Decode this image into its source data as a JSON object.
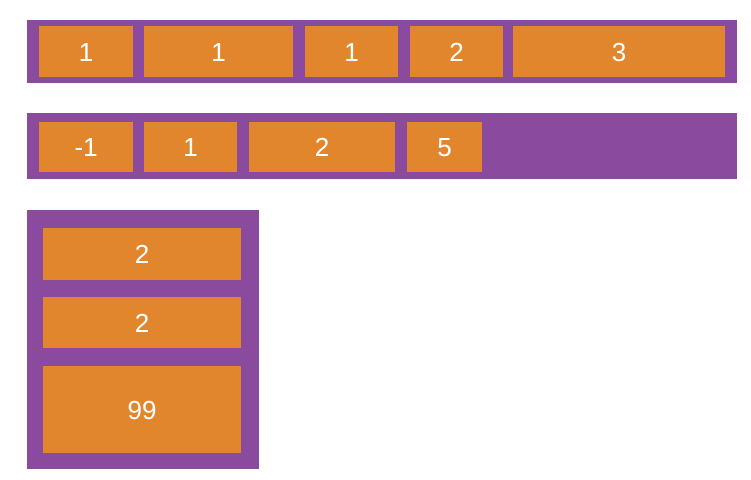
{
  "figure": {
    "description": "Flexbox diagram: purple flex containers holding orange numbered flex items",
    "colors": {
      "background": "#ffffff",
      "container_purple": "#8a4a9e",
      "item_orange": "#e2862d",
      "item_text": "#ffffff"
    },
    "rows": [
      {
        "id": "container-row-1",
        "direction": "row",
        "items": [
          {
            "label": "1"
          },
          {
            "label": "1"
          },
          {
            "label": "1"
          },
          {
            "label": "2"
          },
          {
            "label": "3"
          }
        ]
      },
      {
        "id": "container-row-2",
        "direction": "row",
        "items": [
          {
            "label": "-1"
          },
          {
            "label": "1"
          },
          {
            "label": "2"
          },
          {
            "label": "5"
          }
        ]
      },
      {
        "id": "container-column-1",
        "direction": "column",
        "items": [
          {
            "label": "2"
          },
          {
            "label": "2"
          },
          {
            "label": "99"
          }
        ]
      }
    ]
  }
}
